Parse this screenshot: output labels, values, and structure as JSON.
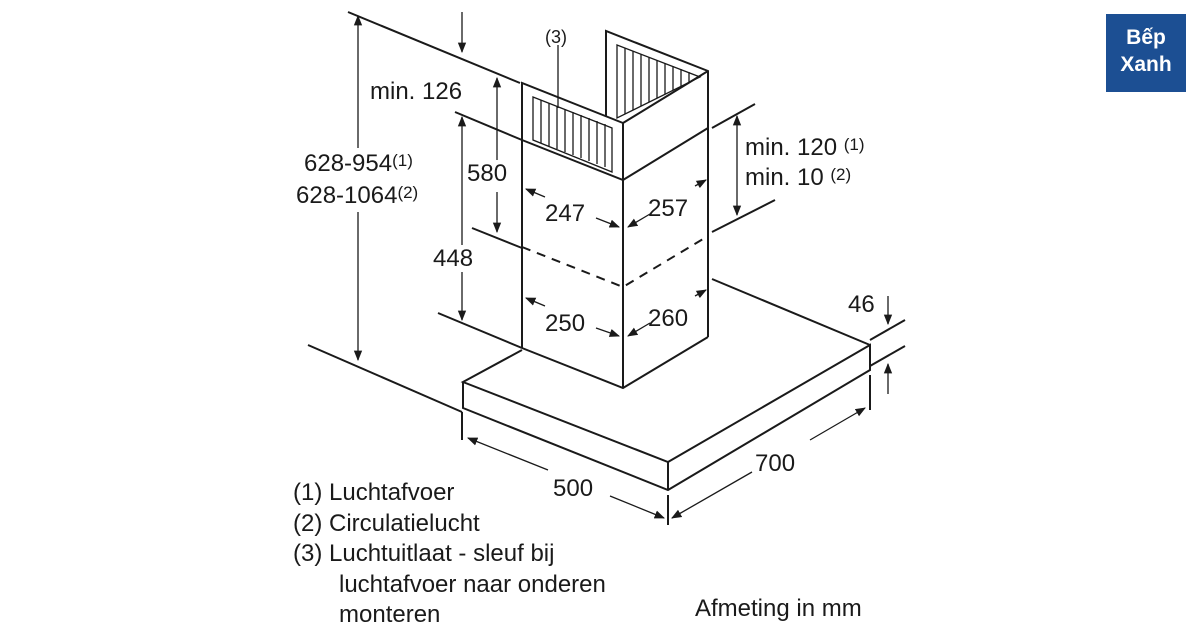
{
  "logo": {
    "line1": "Bếp",
    "line2": "Xanh",
    "color": "#1c4f93"
  },
  "labels": {
    "callout3": "(3)",
    "min126": "min. 126",
    "height_range1": "628-954",
    "height_range1_note": "(1)",
    "height_range2": "628-1064",
    "height_range2_note": "(2)",
    "d580": "580",
    "d448": "448",
    "d247": "247",
    "d257": "257",
    "d250": "250",
    "d260": "260",
    "min120": "min. 120",
    "min120_note": "(1)",
    "min10": "min. 10",
    "min10_note": "(2)",
    "d46": "46",
    "d700": "700",
    "d500": "500",
    "unit": "Afmeting in mm"
  },
  "legend": [
    "(1) Luchtafvoer",
    "(2) Circulatielucht",
    "(3) Luchtuitlaat - sleuf bij",
    "      luchtafvoer naar onderen",
    "      monteren"
  ]
}
